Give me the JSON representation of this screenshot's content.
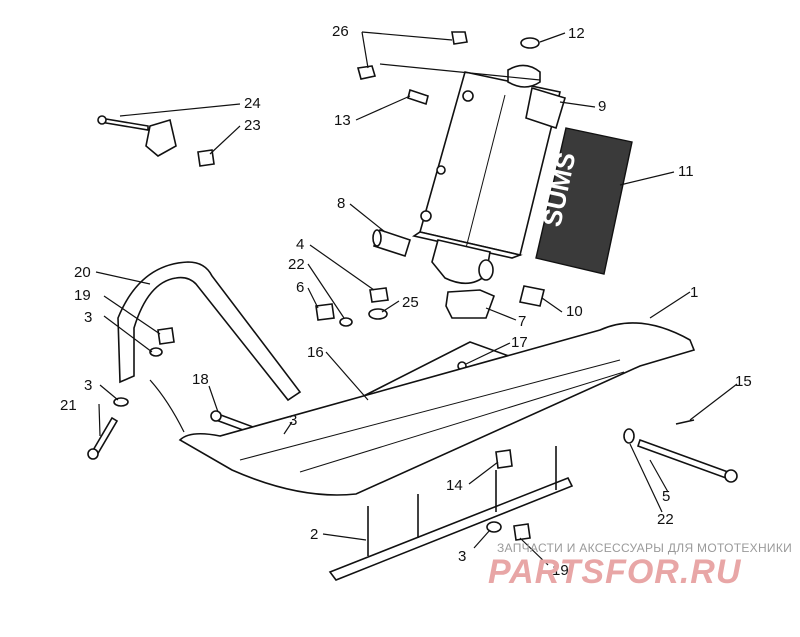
{
  "callouts": {
    "c1": "1",
    "c2": "2",
    "c3a": "3",
    "c3b": "3",
    "c3c": "3",
    "c3d": "3",
    "c4": "4",
    "c5": "5",
    "c6": "6",
    "c7": "7",
    "c8": "8",
    "c9": "9",
    "c10": "10",
    "c11": "11",
    "c12": "12",
    "c13": "13",
    "c14": "14",
    "c15": "15",
    "c16": "16",
    "c17": "17",
    "c18": "18",
    "c19a": "19",
    "c19b": "19",
    "c20": "20",
    "c21": "21",
    "c22a": "22",
    "c22b": "22",
    "c23": "23",
    "c24": "24",
    "c25": "25",
    "c26": "26"
  },
  "decal_text": "SUMS",
  "watermark": {
    "tagline": "ЗАПЧАСТИ И АКСЕССУАРЫ ДЛЯ МОТОТЕХНИКИ",
    "logo": "PARTSFOR.RU"
  }
}
